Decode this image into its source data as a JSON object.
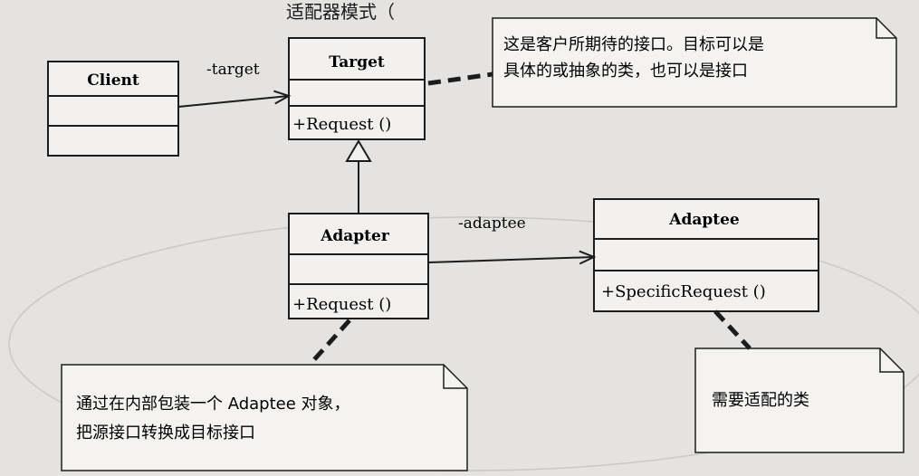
{
  "title": "适配器模式（",
  "classes": {
    "client": {
      "name": "Client",
      "operation": ""
    },
    "target": {
      "name": "Target",
      "operation": "+Request ()"
    },
    "adapter": {
      "name": "Adapter",
      "operation": "+Request ()"
    },
    "adaptee": {
      "name": "Adaptee",
      "operation": "+SpecificRequest ()"
    }
  },
  "associations": {
    "client_target": "-target",
    "adapter_adaptee": "-adaptee"
  },
  "notes": {
    "target_note": [
      "这是客户所期待的接口。目标可以是",
      "具体的或抽象的类，也可以是接口"
    ],
    "adapter_note": [
      "通过在内部包装一个 Adaptee 对象，",
      "把源接口转换成目标接口"
    ],
    "adaptee_note": [
      "需要适配的类"
    ]
  },
  "colors": {
    "paper": "#e4e3e1",
    "ink": "#1c1c1c",
    "box_fill": "#f2f1ef"
  }
}
